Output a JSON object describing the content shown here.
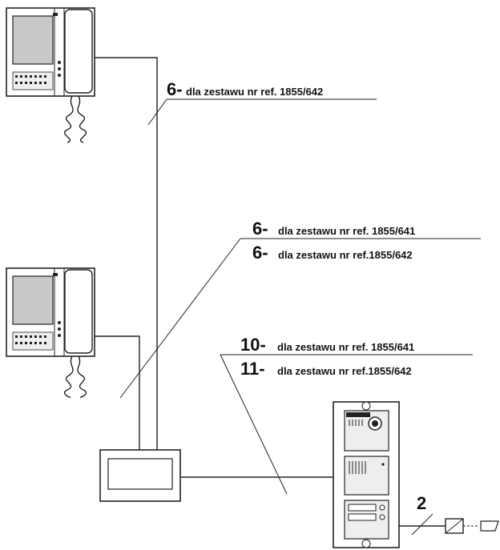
{
  "labels": {
    "top_run": {
      "num": "6-",
      "text": "dla zestawu nr ref. 1855/642"
    },
    "mid_run_a": {
      "num": "6-",
      "text": "dla zestawu nr ref. 1855/641"
    },
    "mid_run_b": {
      "num": "6-",
      "text": "dla zestawu nr ref.1855/642"
    },
    "panel_run_a": {
      "num": "10-",
      "text": "dla zestawu nr ref. 1855/641"
    },
    "panel_run_b": {
      "num": "11-",
      "text": "dla zestawu nr ref.1855/642"
    },
    "lock_wires": "2"
  },
  "icons": [
    "video-monitor-icon",
    "distribution-box-icon",
    "door-panel-icon",
    "electric-lock-icon"
  ]
}
